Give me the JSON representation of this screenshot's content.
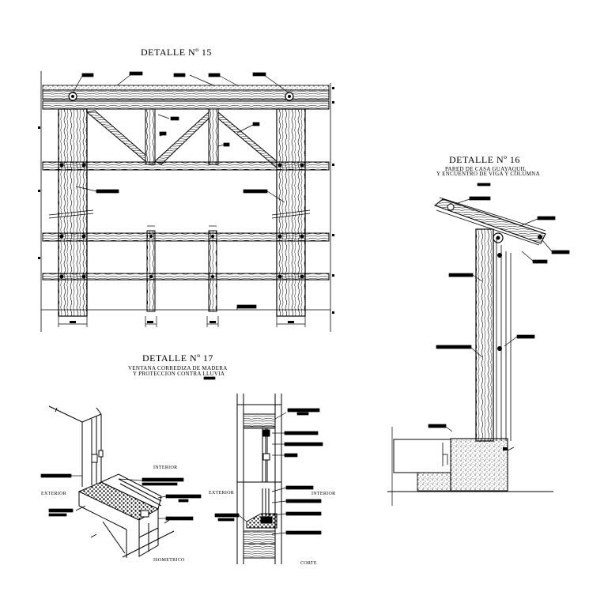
{
  "detail15": {
    "title": "DETALLE Nº 15"
  },
  "detail16": {
    "title": "DETALLE Nº 16",
    "subtitle_line1": "PARED DE CASA GUAYAQUIL",
    "subtitle_line2": "Y ENCUENTRO DE VIGA Y COLUMNA"
  },
  "detail17": {
    "title": "DETALLE Nº 17",
    "subtitle_line1": "VENTANA CORREDIZA DE MADERA",
    "subtitle_line2": "Y PROTECCION CONTRA LLUVIA",
    "iso_interior": "INTERIOR",
    "iso_exterior": "EXTERIOR",
    "iso_caption": "ISOMETRICO",
    "cut_exterior": "EXTERIOR",
    "cut_interior": "INTERIOR",
    "cut_caption": "CORTE"
  },
  "colors": {
    "ink": "#000000",
    "paper": "#ffffff",
    "concrete_dots": "#000000"
  }
}
